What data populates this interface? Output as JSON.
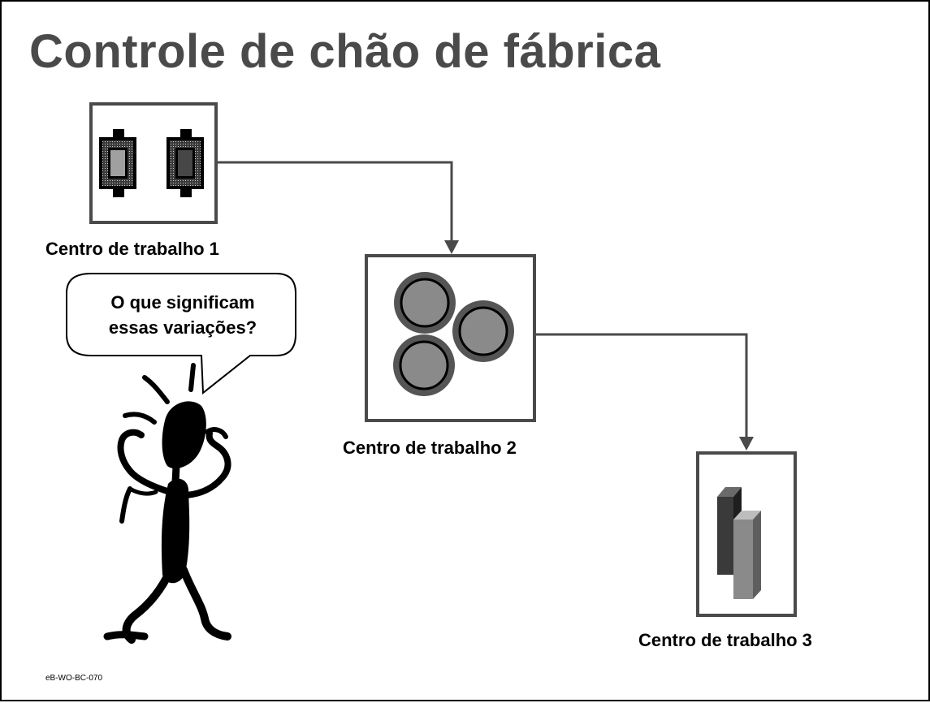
{
  "title": "Controle de chão de fábrica",
  "work_centers": [
    {
      "label": "Centro de trabalho 1"
    },
    {
      "label": "Centro de trabalho 2"
    },
    {
      "label": "Centro de trabalho 3"
    }
  ],
  "speech_bubble": {
    "line1": "O que significam",
    "line2": "essas variações?"
  },
  "footer_code": "eB-WO-BC-070",
  "colors": {
    "title": "#4a4a4a",
    "box_border": "#4a4a4a",
    "connector": "#4a4a4a",
    "figure": "#000000"
  }
}
